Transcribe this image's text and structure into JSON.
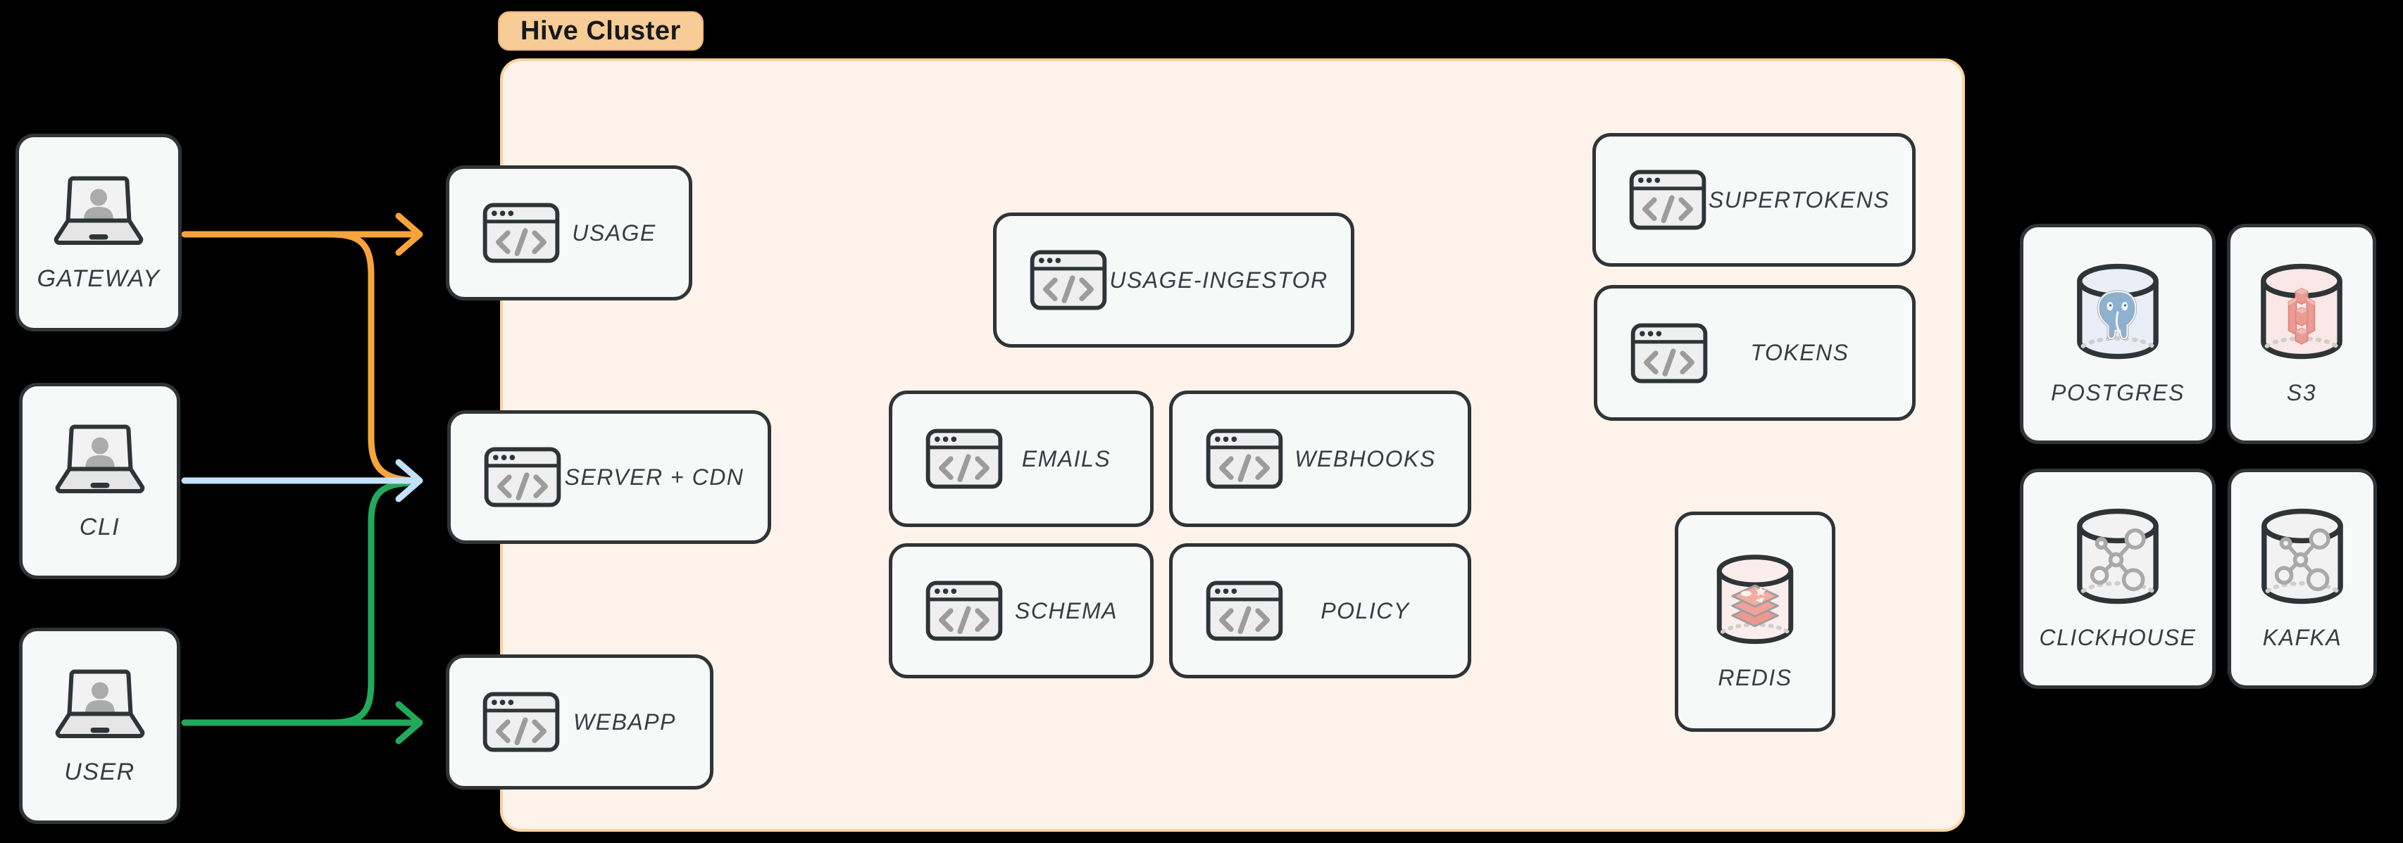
{
  "cluster": {
    "label": "Hive Cluster"
  },
  "nodes": {
    "gateway": {
      "label": "GATEWAY",
      "icon": "laptop-user-icon"
    },
    "cli": {
      "label": "CLI",
      "icon": "laptop-user-icon"
    },
    "user": {
      "label": "USER",
      "icon": "laptop-user-icon"
    },
    "usage": {
      "label": "USAGE",
      "icon": "code-window-icon"
    },
    "server_cdn": {
      "label": "SERVER + CDN",
      "icon": "code-window-icon"
    },
    "webapp": {
      "label": "WEBAPP",
      "icon": "code-window-icon"
    },
    "usage_ingestor": {
      "label": "USAGE-INGESTOR",
      "icon": "code-window-icon"
    },
    "emails": {
      "label": "EMAILS",
      "icon": "code-window-icon"
    },
    "webhooks": {
      "label": "WEBHOOKS",
      "icon": "code-window-icon"
    },
    "schema": {
      "label": "SCHEMA",
      "icon": "code-window-icon"
    },
    "policy": {
      "label": "POLICY",
      "icon": "code-window-icon"
    },
    "supertokens": {
      "label": "SUPERTOKENS",
      "icon": "code-window-icon"
    },
    "tokens": {
      "label": "TOKENS",
      "icon": "code-window-icon"
    },
    "redis": {
      "label": "REDIS",
      "icon": "redis-cylinder-icon"
    },
    "postgres": {
      "label": "POSTGRES",
      "icon": "postgres-cylinder-icon"
    },
    "s3": {
      "label": "S3",
      "icon": "s3-cylinder-icon"
    },
    "clickhouse": {
      "label": "CLICKHOUSE",
      "icon": "molecule-cylinder-icon"
    },
    "kafka": {
      "label": "KAFKA",
      "icon": "molecule-cylinder-icon"
    }
  },
  "edges": [
    {
      "from": "gateway",
      "to": "usage",
      "color": "orange"
    },
    {
      "from": "gateway",
      "to": "server_cdn",
      "color": "orange"
    },
    {
      "from": "cli",
      "to": "server_cdn",
      "color": "blue"
    },
    {
      "from": "user",
      "to": "server_cdn",
      "color": "green"
    },
    {
      "from": "user",
      "to": "webapp",
      "color": "green"
    }
  ],
  "colors": {
    "orange": "#F6A43B",
    "blue": "#C5E0F9",
    "green": "#21A95C",
    "cluster_bg": "#FDF3EA",
    "cluster_border": "#FAD3A2",
    "badge_bg": "#F8CC96",
    "card_bg": "#F7F8F8",
    "card_border": "#2F3437",
    "label_text": "#383D42",
    "icon_gray": "#9C9C9C",
    "postgres_blue": "#8EB1D2",
    "s3_salmon": "#EA9B92",
    "redis_salmon": "#F2A298"
  }
}
